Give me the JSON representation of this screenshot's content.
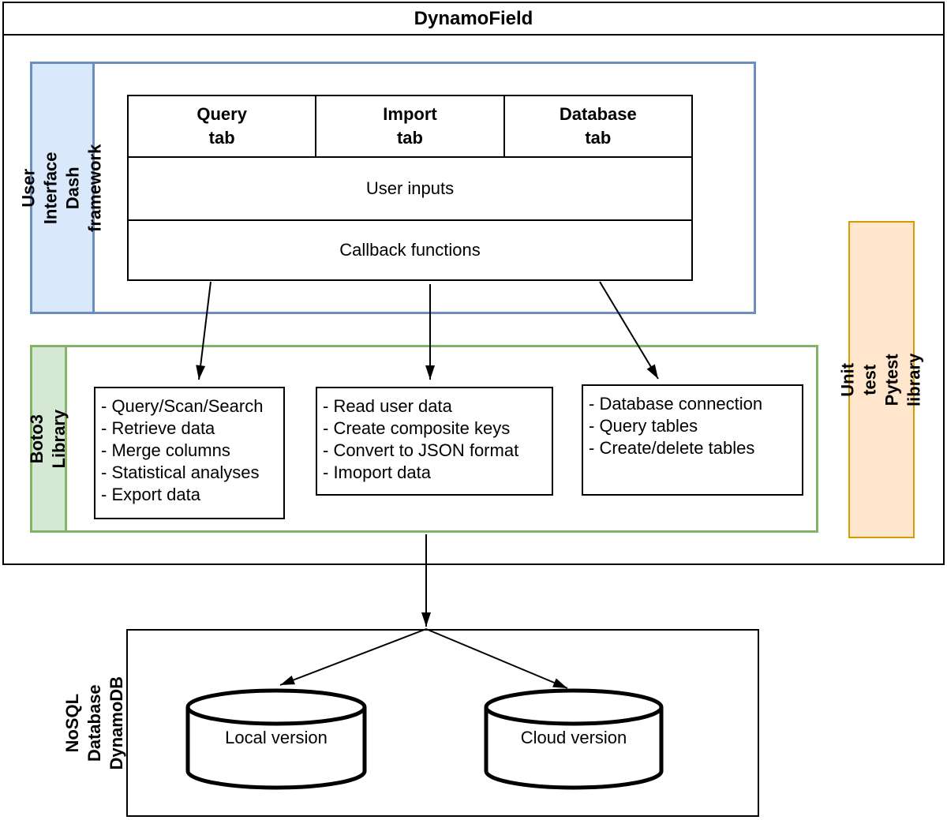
{
  "title": "DynamoField",
  "ui_section": {
    "label": "User Interface\nDash framework",
    "tabs": [
      {
        "label": "Query\ntab"
      },
      {
        "label": "Import\ntab"
      },
      {
        "label": "Database\ntab"
      }
    ],
    "user_inputs_label": "User inputs",
    "callback_label": "Callback functions"
  },
  "boto_section": {
    "label": "Boto3 Library",
    "query_box": {
      "items": [
        "- Query/Scan/Search",
        "- Retrieve data",
        "- Merge columns",
        "- Statistical analyses",
        "- Export data"
      ]
    },
    "import_box": {
      "items": [
        "- Read user data",
        "- Create composite keys",
        "- Convert to JSON format",
        "- Imoport data"
      ]
    },
    "database_box": {
      "items": [
        "- Database connection",
        "- Query tables",
        "- Create/delete tables"
      ]
    }
  },
  "unit_test_section": {
    "label": "Unit test\nPytest library"
  },
  "database_section": {
    "label": "NoSQL Database\nDynamoDB",
    "cylinders": [
      {
        "label": "Local version"
      },
      {
        "label": "Cloud version"
      }
    ]
  },
  "colors": {
    "ui_fill": "#dae8fc",
    "ui_stroke": "#6c8ebf",
    "boto_fill": "#d5e8d4",
    "boto_stroke": "#82b366",
    "unit_fill": "#ffe6cc",
    "unit_stroke": "#d79b00",
    "line": "#000000"
  }
}
